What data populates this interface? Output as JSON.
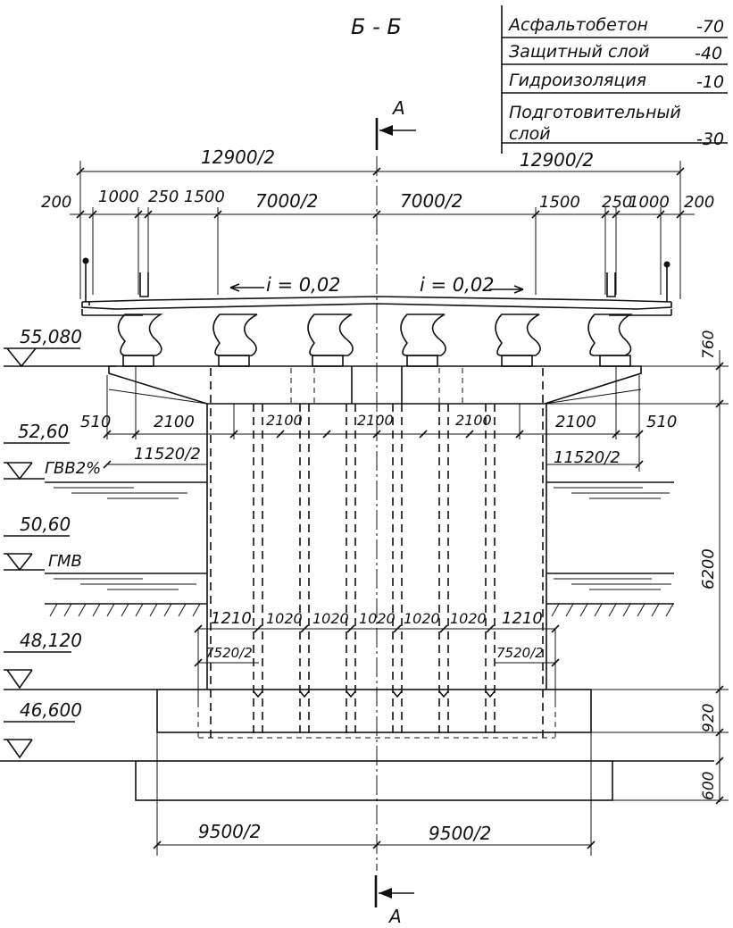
{
  "title": "Б - Б",
  "section_mark": "А",
  "layers": [
    {
      "name": "Асфальтобетон",
      "value": "-70"
    },
    {
      "name": "Защитный слой",
      "value": "-40"
    },
    {
      "name": "Гидроизоляция",
      "value": "-10"
    },
    {
      "name": "Подготовительный",
      "value": ""
    },
    {
      "name": "слой",
      "value": "-30"
    }
  ],
  "slope_left": "i = 0,02",
  "slope_right": "i = 0,02",
  "dims": {
    "overall_left": "12900/2",
    "overall_right": "12900/2",
    "top_200_l": "200",
    "top_1000_l": "1000",
    "top_250_l": "250",
    "top_1500_l": "1500",
    "carriage_l": "7000/2",
    "carriage_r": "7000/2",
    "top_1500_r": "1500",
    "top_250_r": "250",
    "top_1000_r": "1000",
    "top_200_r": "200",
    "cap_510_l": "510",
    "cap_2100_l": "2100",
    "cap_2100_a": "2100",
    "cap_2100_b": "2100",
    "cap_2100_c": "2100",
    "cap_2100_r": "2100",
    "cap_510_r": "510",
    "cap_half_l": "11520/2",
    "cap_half_r": "11520/2",
    "pile_1210_l": "1210",
    "pile_1020_a": "1020",
    "pile_1020_b": "1020",
    "pile_1020_c": "1020",
    "pile_1020_d": "1020",
    "pile_1020_e": "1020",
    "pile_1210_r": "1210",
    "pile_half_l": "7520/2",
    "pile_half_r": "7520/2",
    "h_760": "760",
    "h_6200": "6200",
    "h_920": "920",
    "h_600": "600",
    "base_l": "9500/2",
    "base_r": "9500/2"
  },
  "levels": {
    "l1": "55,080",
    "l2": "52,60",
    "gvv": "ГВВ2%",
    "l3": "50,60",
    "gmv": "ГМВ",
    "l4": "48,120",
    "l5": "46,600"
  }
}
